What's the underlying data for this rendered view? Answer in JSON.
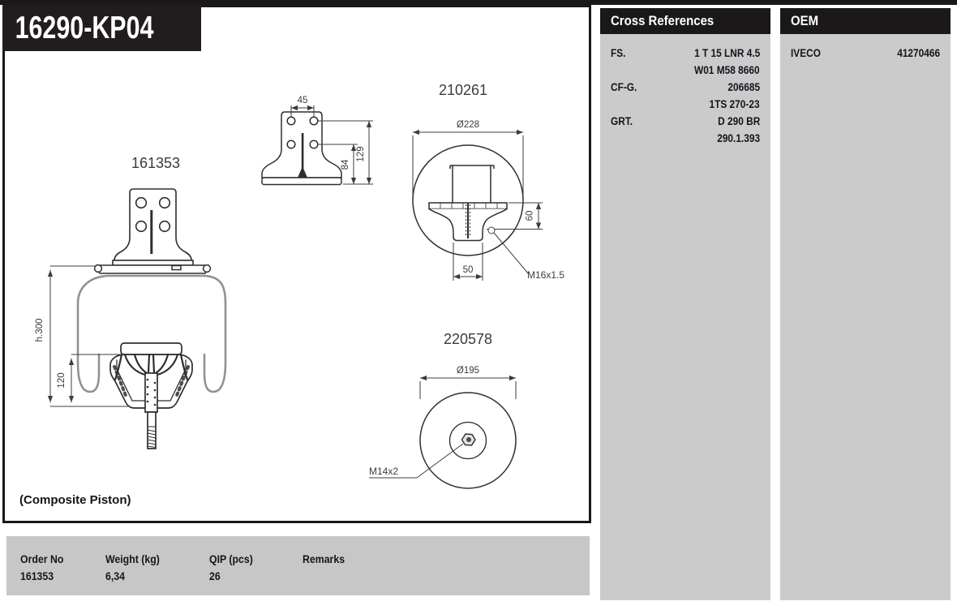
{
  "title": "16290-KP04",
  "drawings": {
    "note": "(Composite Piston)",
    "assembly": {
      "part_no": "161353",
      "height_dim": "h.300",
      "piston_height_dim": "120"
    },
    "bracket": {
      "hole_spacing_dim": "45",
      "outer_height_dim": "129",
      "inner_height_dim": "84"
    },
    "top_plate": {
      "part_no": "210261",
      "diameter_dim": "Ø228",
      "depth_dim": "60",
      "boss_dim": "50",
      "thread_label": "M16x1.5"
    },
    "piston_bottom": {
      "part_no": "220578",
      "diameter_dim": "Ø195",
      "thread_label": "M14x2"
    }
  },
  "cross_references": {
    "header": "Cross References",
    "rows": [
      {
        "label": "FS.",
        "values": [
          "1 T 15 LNR 4.5",
          "W01 M58 8660"
        ]
      },
      {
        "label": "CF-G.",
        "values": [
          "206685",
          "1TS 270-23"
        ]
      },
      {
        "label": "GRT.",
        "values": [
          "D 290 BR",
          "290.1.393"
        ]
      }
    ]
  },
  "oem": {
    "header": "OEM",
    "rows": [
      {
        "label": "IVECO",
        "values": [
          "41270466"
        ]
      }
    ]
  },
  "order_table": {
    "headers": [
      "Order No",
      "Weight (kg)",
      "QIP (pcs)",
      "Remarks"
    ],
    "row": {
      "order_no": "161353",
      "weight": "6,34",
      "qip": "26",
      "remarks": ""
    }
  },
  "colors": {
    "black": "#1b181a",
    "panel_gray": "#cbcbcb",
    "table_gray": "#c7c7c7",
    "line_dark": "#2e2e2e",
    "bellows_gray": "#8f9295",
    "dim": "#3c3c3c"
  }
}
